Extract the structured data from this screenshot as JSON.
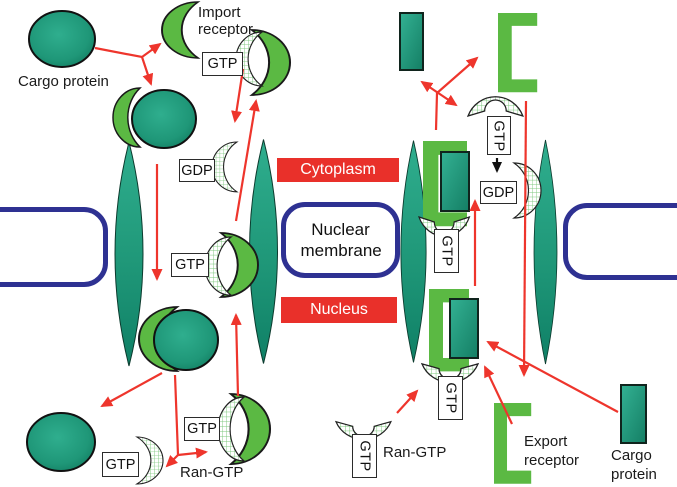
{
  "regions": {
    "cytoplasm": "Cytoplasm",
    "nucleus": "Nucleus",
    "nuclear_membrane": "Nuclear membrane"
  },
  "labels": {
    "cargo_protein_top": "Cargo protein",
    "import_receptor": "Import receptor",
    "ran_gtp_nucleus_left": "Ran-GTP",
    "ran_gtp_nucleus_right": "Ran-GTP",
    "export_receptor": "Export receptor",
    "cargo_protein_bottom": "Cargo protein"
  },
  "tags": {
    "gtp": "GTP",
    "gdp": "GDP"
  },
  "colors": {
    "teal": "#1f9778",
    "bright_green": "#5bb943",
    "red": "#ee352c",
    "navy": "#2e3192",
    "checker_green": "#7cc77c"
  }
}
